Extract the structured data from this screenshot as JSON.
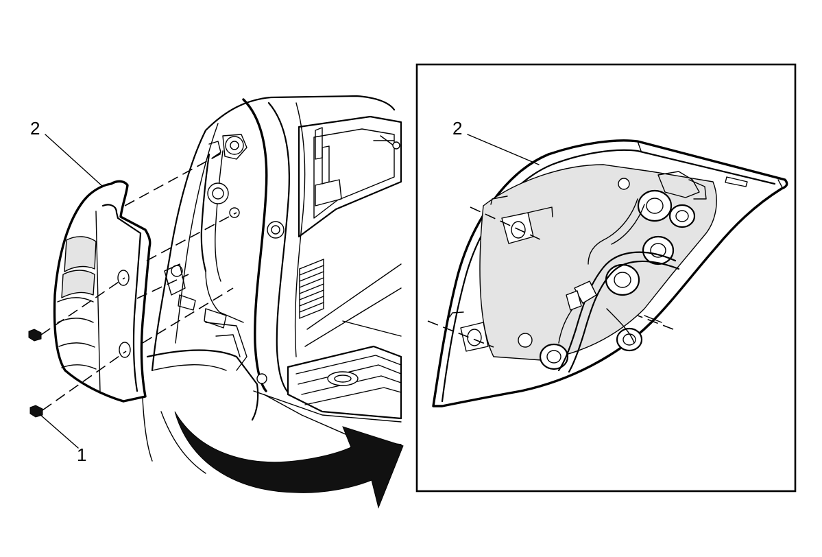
{
  "callouts": {
    "left_fastener": "1",
    "left_lamp": "2",
    "detail_lamp": "2"
  },
  "colors": {
    "line": "#000000",
    "background": "#ffffff",
    "shade": "#e4e4e4"
  },
  "icons": {
    "direction": "curved-arrow-icon",
    "fastener": "screw-icon"
  }
}
